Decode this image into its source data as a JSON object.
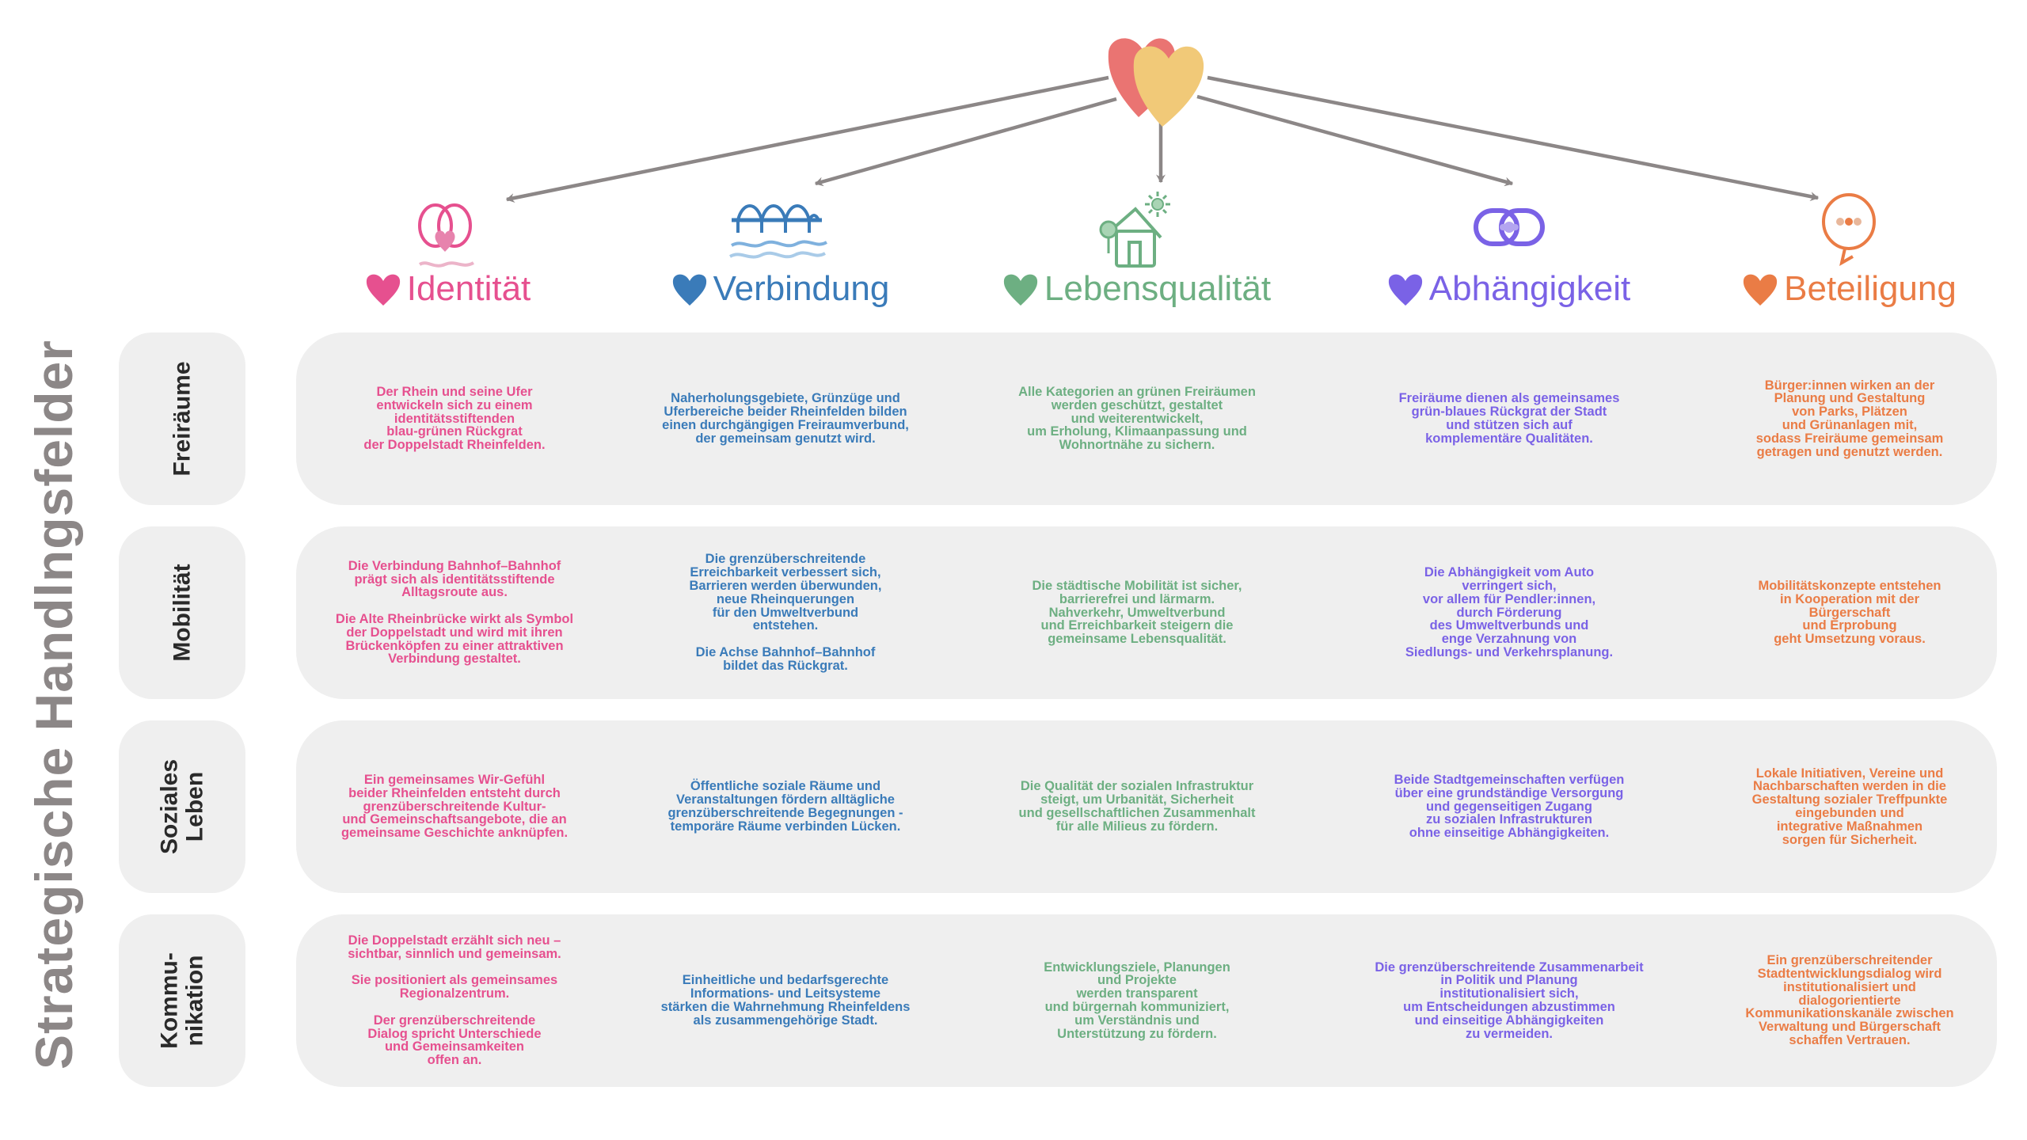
{
  "colors": {
    "identitaet": "#e6508f",
    "verbindung": "#3a7bb9",
    "lebensqualitaet": "#6daf82",
    "abhaengigkeit": "#7a62e6",
    "beteiligung": "#ea7c45",
    "arrow": "#8c8787",
    "heart_back": "#ea7472",
    "heart_front": "#f1c978",
    "panel": "#efefef",
    "side_title": "#8c8787"
  },
  "center_icon": "two-overlapping-hearts-icon",
  "side_title": "Strategische Handlngsfelder",
  "themes": [
    {
      "key": "identitaet",
      "label": "Identität",
      "icon": "rings-with-heart-and-wave-icon"
    },
    {
      "key": "verbindung",
      "label": "Verbindung",
      "icon": "bridge-over-water-icon"
    },
    {
      "key": "lebensqualitaet",
      "label": "Lebensqualität",
      "icon": "house-tree-sun-icon"
    },
    {
      "key": "abhaengigkeit",
      "label": "Abhängigkeit",
      "icon": "chain-link-icon"
    },
    {
      "key": "beteiligung",
      "label": "Beteiligung",
      "icon": "speech-bubble-icon"
    }
  ],
  "rows": [
    {
      "label": "Freiräume",
      "cells": [
        "Der Rhein und seine Ufer\nentwickeln sich zu einem\nidentitätsstiftenden\nblau-grünen Rückgrat\nder Doppelstadt Rheinfelden.",
        "Naherholungsgebiete, Grünzüge und\nUferbereiche beider Rheinfelden bilden\neinen durchgängigen Freiraumverbund,\nder gemeinsam genutzt wird.",
        "Alle Kategorien an grünen Freiräumen\nwerden geschützt, gestaltet\nund weiterentwickelt,\num Erholung, Klimaanpassung und\nWohnortnähe zu sichern.",
        "Freiräume dienen als gemeinsames\ngrün-blaues Rückgrat der Stadt\nund stützen sich auf\nkomplementäre Qualitäten.",
        "Bürger:innen wirken an der\nPlanung und Gestaltung\nvon Parks, Plätzen\nund Grünanlagen mit,\nsodass Freiräume gemeinsam\ngetragen und genutzt werden."
      ]
    },
    {
      "label": "Mobilität",
      "cells": [
        "Die Verbindung Bahnhof–Bahnhof\nprägt sich als identitätsstiftende\nAlltagsroute aus.\n\nDie Alte Rheinbrücke wirkt als Symbol\nder Doppelstadt und wird mit ihren\nBrückenköpfen zu einer attraktiven\nVerbindung gestaltet.",
        "Die grenzüberschreitende\nErreichbarkeit verbessert sich,\nBarrieren werden überwunden,\nneue Rheinquerungen\nfür den Umweltverbund\nentstehen.\n\nDie Achse Bahnhof–Bahnhof\nbildet das Rückgrat.",
        "Die städtische Mobilität ist sicher,\nbarrierefrei und lärmarm.\nNahverkehr, Umweltverbund\nund Erreichbarkeit steigern die\ngemeinsame Lebensqualität.",
        "Die Abhängigkeit vom Auto\nverringert sich,\nvor allem für Pendler:innen,\ndurch Förderung\ndes Umweltverbunds und\nenge Verzahnung von\nSiedlungs- und Verkehrsplanung.",
        "Mobilitätskonzepte entstehen\nin Kooperation mit der\nBürgerschaft\nund Erprobung\ngeht Umsetzung voraus."
      ]
    },
    {
      "label": "Soziales\nLeben",
      "cells": [
        "Ein gemeinsames Wir-Gefühl\nbeider Rheinfelden entsteht durch\ngrenzüberschreitende Kultur-\nund Gemeinschaftsangebote, die an\ngemeinsame Geschichte anknüpfen.",
        "Öffentliche soziale Räume und\nVeranstaltungen fördern alltägliche\ngrenzüberschreitende Begegnungen -\ntemporäre Räume verbinden Lücken.",
        "Die Qualität der sozialen Infrastruktur\nsteigt, um Urbanität, Sicherheit\nund gesellschaftlichen Zusammenhalt\nfür alle Milieus zu fördern.",
        "Beide Stadtgemeinschaften verfügen\nüber eine grundständige Versorgung\nund gegenseitigen Zugang\nzu sozialen Infrastrukturen\nohne einseitige Abhängigkeiten.",
        "Lokale Initiativen, Vereine und\nNachbarschaften werden in die\nGestaltung sozialer Treffpunkte\neingebunden und\nintegrative Maßnahmen\nsorgen für Sicherheit."
      ]
    },
    {
      "label": "Kommu-\nnikation",
      "cells": [
        "Die Doppelstadt erzählt sich neu –\nsichtbar, sinnlich und gemeinsam.\n\nSie positioniert als gemeinsames\nRegionalzentrum.\n\nDer grenzüberschreitende\nDialog spricht Unterschiede\nund Gemeinsamkeiten\noffen an.",
        "Einheitliche und bedarfsgerechte\nInformations- und Leitsysteme\nstärken die Wahrnehmung Rheinfeldens\nals zusammengehörige Stadt.",
        "Entwicklungsziele, Planungen\nund Projekte\nwerden transparent\nund bürgernah kommuniziert,\num Verständnis und\nUnterstützung zu fördern.",
        "Die grenzüberschreitende Zusammenarbeit\nin Politik und Planung\ninstitutionalisiert sich,\num Entscheidungen abzustimmen\nund einseitige Abhängigkeiten\nzu vermeiden.",
        "Ein grenzüberschreitender\nStadtentwicklungsdialog wird\ninstitutionalisiert und\ndialogorientierte\nKommunikationskanäle zwischen\nVerwaltung und Bürgerschaft\nschaffen Vertrauen."
      ]
    }
  ]
}
